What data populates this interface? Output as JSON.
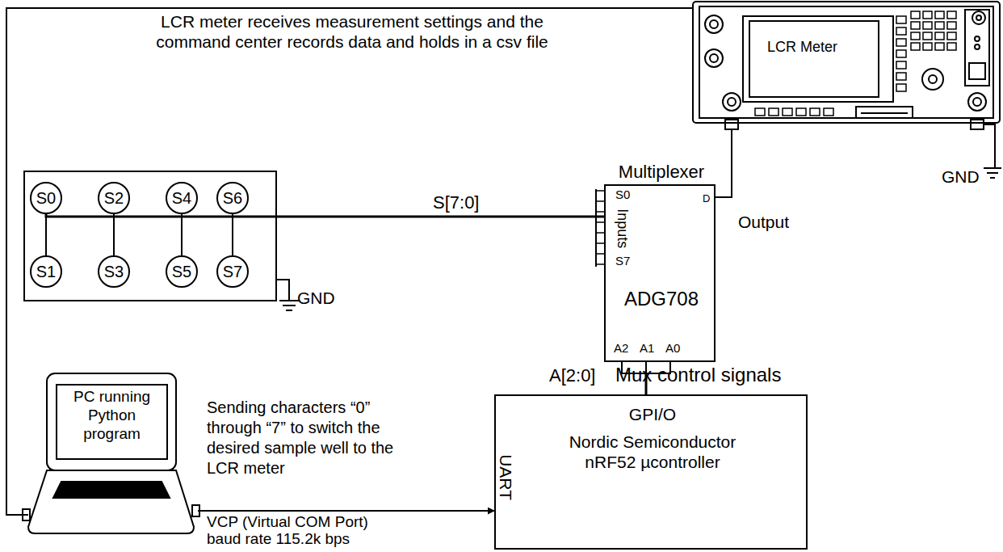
{
  "diagram": {
    "nodes": [
      {
        "text": [
          "LCR Meter"
        ]
      },
      {
        "text": [
          "S0"
        ]
      },
      {
        "text": [
          "S2"
        ]
      },
      {
        "text": [
          "S4"
        ]
      },
      {
        "text": [
          "S6"
        ]
      },
      {
        "text": [
          "S1"
        ]
      },
      {
        "text": [
          "S3"
        ]
      },
      {
        "text": [
          "S5"
        ]
      },
      {
        "text": [
          "S7"
        ]
      },
      {
        "text": [
          "Multiplexer",
          "ADG708"
        ]
      },
      {
        "text": [
          "PC running Python program"
        ]
      },
      {
        "text": [
          "GPI/O",
          "Nordic Semiconductor nRF52 µcontroller",
          "UART"
        ]
      }
    ],
    "edges": [
      {
        "from": 10,
        "to": 0,
        "arrow": "none"
      },
      {
        "from": 1,
        "to": 9,
        "label": "S[7:0]",
        "arrow": "none"
      },
      {
        "from": 9,
        "to": 0,
        "arrow": "none"
      },
      {
        "from": 9,
        "to": 11,
        "arrow": "none"
      },
      {
        "from": 10,
        "to": 11,
        "arrow": "to"
      },
      {
        "from": 1,
        "to": 5,
        "arrow": "none"
      },
      {
        "from": 2,
        "to": 6,
        "arrow": "none"
      },
      {
        "from": 3,
        "to": 7,
        "arrow": "none"
      },
      {
        "from": 4,
        "to": 8,
        "arrow": "none"
      }
    ],
    "labels": [
      "LCR meter receives measurement settings and the command center records data and holds in a csv file",
      "GND",
      "Output",
      "S0",
      "Inputs",
      "S7",
      "D",
      "GND",
      "A2",
      "A1",
      "A0",
      "A[2:0]",
      "Mux control signals",
      "Sending characters “0” through “7” to switch the desired sample well to the LCR meter",
      "VCP (Virtual COM Port) baud rate 115.2k bps"
    ]
  }
}
